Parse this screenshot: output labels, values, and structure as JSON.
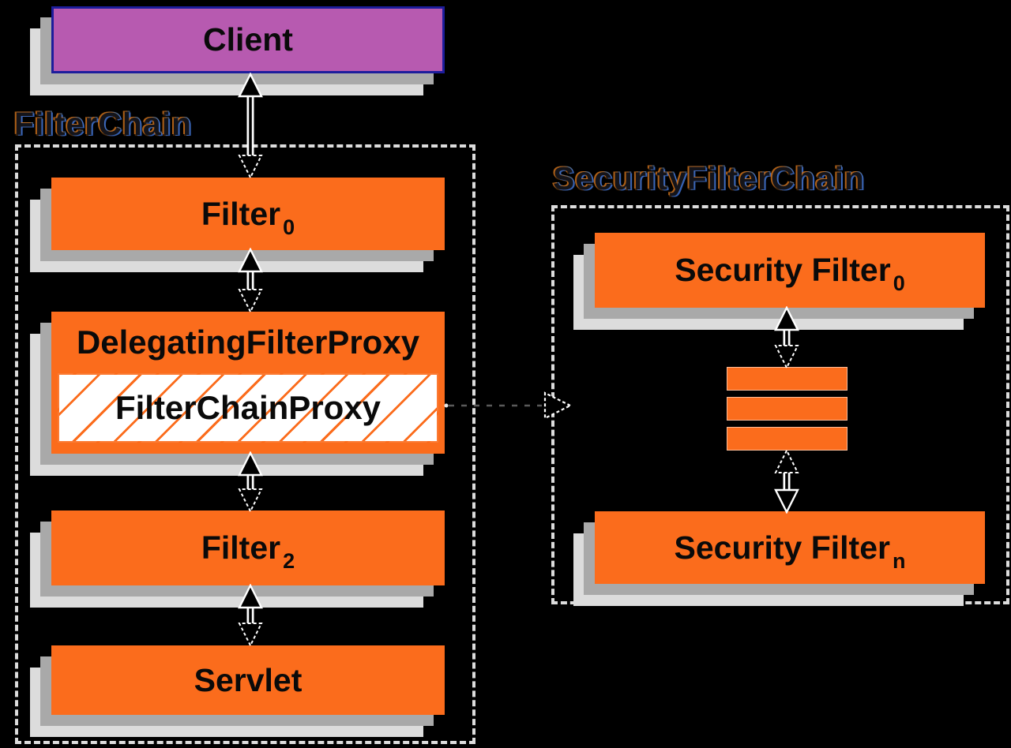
{
  "background": "#000000",
  "colors": {
    "bg": "#000000",
    "orange": "#fb6c1c",
    "purple": "#b75ab0",
    "purpleBorder": "#1d1d9c",
    "shadow1": "#a9a9a9",
    "shadow2": "#dcdcdc",
    "dash": "#dcdcdc"
  },
  "client": {
    "label": "Client"
  },
  "filter_chain": {
    "title": "FilterChain",
    "filter0": {
      "text": "Filter",
      "sub": "0"
    },
    "delegating_filter_proxy": {
      "label": "DelegatingFilterProxy"
    },
    "filter_chain_proxy": {
      "label": "FilterChainProxy"
    },
    "filter2": {
      "text": "Filter",
      "sub": "2"
    },
    "servlet": {
      "label": "Servlet"
    }
  },
  "security_filter_chain": {
    "title": "SecurityFilterChain",
    "security_filter0": {
      "text": "Security Filter",
      "sub": "0"
    },
    "more_filters_count": 3,
    "security_filtern": {
      "text": "Security Filter",
      "sub": "n"
    }
  },
  "connections": [
    {
      "from": "Client",
      "to": "Filter0",
      "style": "double-arrow"
    },
    {
      "from": "Filter0",
      "to": "DelegatingFilterProxy",
      "style": "double-arrow"
    },
    {
      "from": "DelegatingFilterProxy",
      "to": "Filter2",
      "style": "double-arrow"
    },
    {
      "from": "Filter2",
      "to": "Servlet",
      "style": "double-arrow"
    },
    {
      "from": "FilterChainProxy",
      "to": "SecurityFilterChain",
      "style": "dashed-arrow"
    },
    {
      "from": "SecurityFilter0",
      "to": "MoreFilters",
      "style": "double-arrow"
    },
    {
      "from": "MoreFilters",
      "to": "SecurityFiltern",
      "style": "double-arrow"
    }
  ]
}
